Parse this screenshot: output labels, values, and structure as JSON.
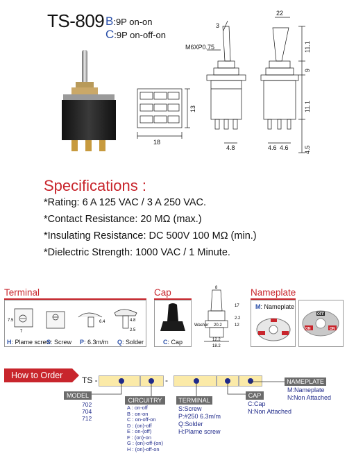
{
  "header": {
    "model": "TS-809",
    "variants": [
      {
        "letter": "B",
        "text": ":9P on-on"
      },
      {
        "letter": "C",
        "text": ":9P on-off-on"
      }
    ]
  },
  "drawings": {
    "thread": "M6XP0.75",
    "angle": "3",
    "dim_22": "22",
    "dim_11_1a": "11.1",
    "dim_9": "9",
    "dim_11_1b": "11.1",
    "dim_4_5": "4.5",
    "dim_13": "13",
    "dim_18": "18",
    "dim_4_8": "4.8",
    "dim_4_6a": "4.6",
    "dim_4_6b": "4.6"
  },
  "specs": {
    "title": "Specifications :",
    "lines": [
      "*Rating: 6 A 125 VAC / 3 A 250 VAC.",
      "*Contact Resistance: 20 MΩ   (max.)",
      "*Insulating Resistance: DC 500V 100 MΩ   (min.)",
      "*Dielectric Strength: 1000 VAC / 1 Minute."
    ]
  },
  "terminal": {
    "title": "Terminal",
    "items": [
      {
        "letter": "H",
        "text": ": Plame screw"
      },
      {
        "letter": "S",
        "text": ": Screw"
      },
      {
        "letter": "P",
        "text": ": 6.3m/m"
      },
      {
        "letter": "Q",
        "text": ": Solder"
      }
    ],
    "dims": {
      "d1": "7.5",
      "d2": "7",
      "d3": "6.4",
      "d4": "4.8",
      "d5": "2.5"
    }
  },
  "cap": {
    "title": "Cap",
    "label_letter": "C",
    "label_text": ": Cap",
    "dims": {
      "d8": "8",
      "d17": "17",
      "d22": "2.2",
      "d12": "12",
      "washer": "Washer",
      "d202": "20.2",
      "d122": "12.2",
      "d182": "18.2"
    }
  },
  "nameplate": {
    "title": "Nameplate",
    "label_letter": "M",
    "label_text": ": Nameplate",
    "plate_texts": [
      "ON",
      "OFF",
      "ON"
    ]
  },
  "order": {
    "title": "How to Order",
    "prefix": "TS -",
    "dash": "-",
    "model_tag": "MODEL",
    "models": [
      "702",
      "704",
      "712"
    ],
    "circuitry_tag": "CIRCUITRY",
    "circuitry": [
      "A : on-off",
      "B : on-on",
      "C : on-off-on",
      "D : (on)-off",
      "E : on-(off)",
      "F : (on)-on",
      "G : (on)-off-(on)",
      "H : (on)-off-on"
    ],
    "terminal_tag": "TERMINAL",
    "terminal_opts": [
      "S:Screw",
      "P:#250 6.3m/m",
      "Q:Solder",
      "H:Plame screw"
    ],
    "cap_tag": "CAP",
    "cap_opts": [
      "C:Cap",
      "N:Non Attached"
    ],
    "nameplate_tag": "NAMEPLATE",
    "nameplate_opts": [
      "M:Nameplate",
      "N:Non Attached"
    ]
  }
}
